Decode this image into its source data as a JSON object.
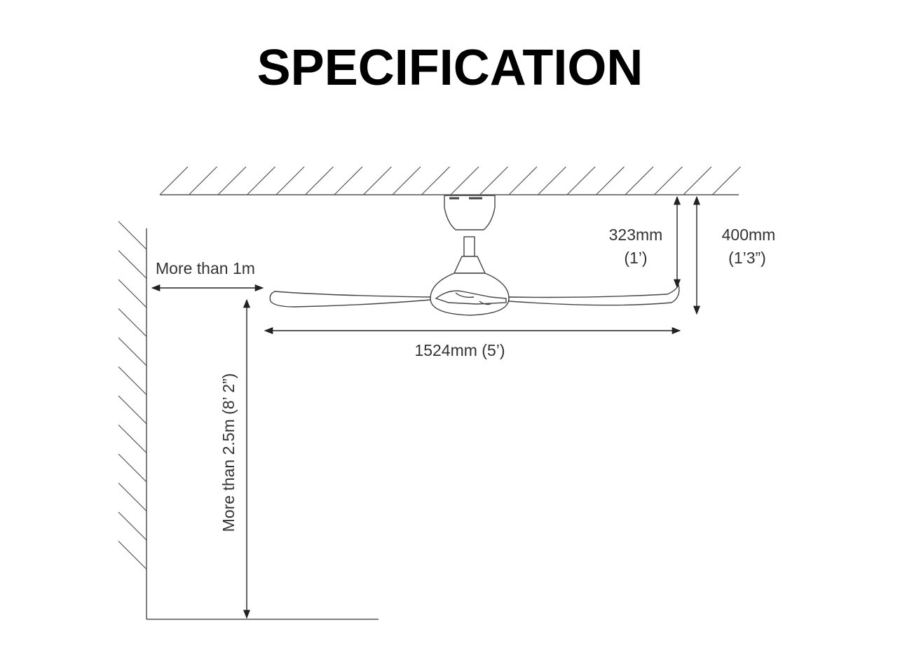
{
  "title": "SPECIFICATION",
  "dimensions": {
    "wall_clearance": "More than 1m",
    "floor_clearance": "More than 2.5m (8’ 2”)",
    "fan_height_short": {
      "metric": "323mm",
      "imperial": "(1’)"
    },
    "fan_height_long": {
      "metric": "400mm",
      "imperial": "(1’3”)"
    },
    "blade_span": "1524mm  (5’)"
  },
  "colors": {
    "title": "#000000",
    "line": "#333333",
    "hatch": "#555555"
  }
}
